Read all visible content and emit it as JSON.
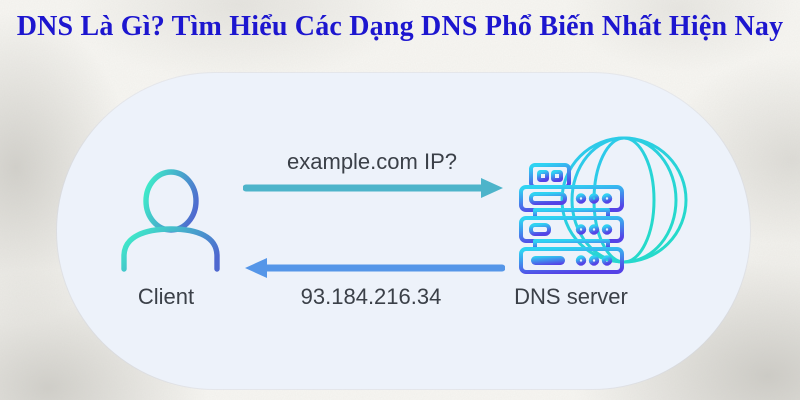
{
  "title": "DNS Là Gì? Tìm Hiểu Các Dạng DNS Phổ Biến Nhất Hiện Nay",
  "diagram": {
    "client": {
      "label": "Client",
      "icon": "person-icon"
    },
    "server": {
      "label": "DNS server",
      "icon": "server-rack-globe-icon"
    },
    "query": {
      "label": "example.com IP?",
      "icon": "arrow-right-icon"
    },
    "response": {
      "label": "93.184.216.34",
      "icon": "arrow-left-icon"
    }
  },
  "colors": {
    "title_text": "#1d16cf",
    "panel_bg": "#edf2fa",
    "page_bg": "#f7f6f2",
    "label_text": "#3b4048",
    "query_arrow": "#4db4ca",
    "response_arrow": "#5596e8",
    "client_grad_start": "#3fe9c9",
    "client_grad_end": "#4f68cf",
    "server_grad_start": "#2fd3f2",
    "server_grad_end": "#5542e6",
    "globe_grad_start": "#2fc7f0",
    "globe_grad_end": "#24dcc6"
  }
}
